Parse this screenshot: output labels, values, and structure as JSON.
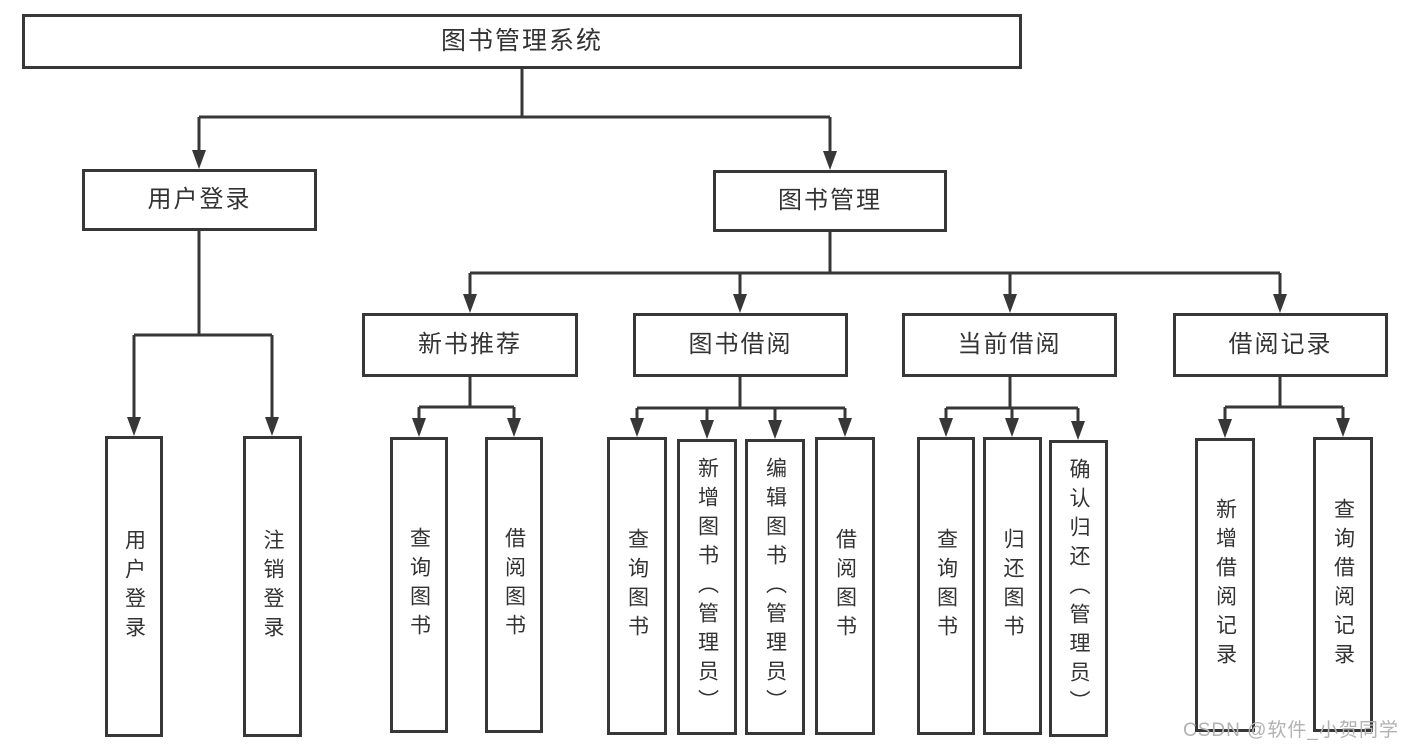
{
  "diagram": {
    "root": {
      "label": "图书管理系统"
    },
    "level1": [
      {
        "label": "用户登录"
      },
      {
        "label": "图书管理"
      }
    ],
    "level2": [
      {
        "label": "新书推荐"
      },
      {
        "label": "图书借阅"
      },
      {
        "label": "当前借阅"
      },
      {
        "label": "借阅记录"
      }
    ],
    "leaves": {
      "login": [
        "用户登录",
        "注销登录"
      ],
      "recommend": [
        "查询图书",
        "借阅图书"
      ],
      "borrow": [
        "查询图书",
        "新增图书（管理员）",
        "编辑图书（管理员）",
        "借阅图书"
      ],
      "current": [
        "查询图书",
        "归还图书",
        "确认归还（管理员）"
      ],
      "records": [
        "新增借阅记录",
        "查询借阅记录"
      ]
    }
  },
  "watermark": {
    "text": "CSDN @软件_小贺同学"
  },
  "colors": {
    "line": "#373737",
    "text": "#333333",
    "watermark": "#b2b2b2",
    "background": "#ffffff"
  }
}
